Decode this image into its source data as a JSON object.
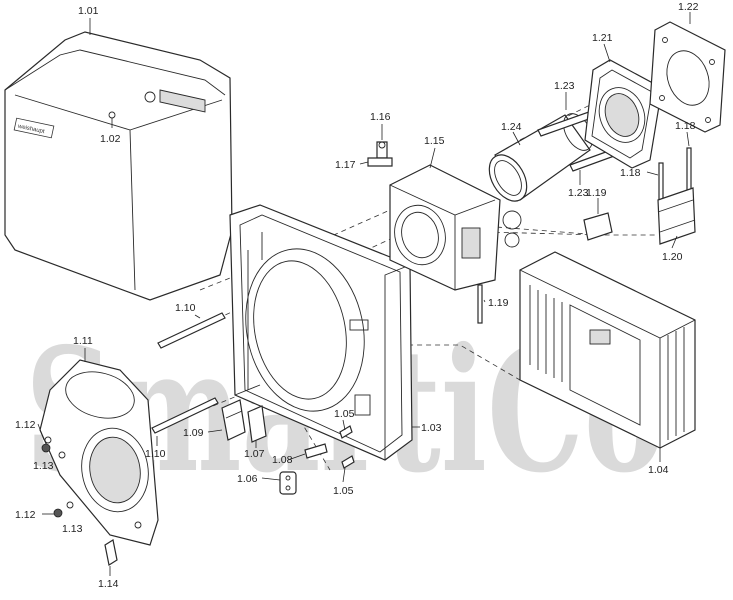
{
  "watermark": {
    "text": "SmartiCo",
    "color_gray": "#bdbdbd",
    "color_red": "#e8a0a0"
  },
  "brand_badge": "weishaupt",
  "labels": {
    "p1_01": "1.01",
    "p1_02": "1.02",
    "p1_03": "1.03",
    "p1_04": "1.04",
    "p1_05a": "1.05",
    "p1_05b": "1.05",
    "p1_06": "1.06",
    "p1_07": "1.07",
    "p1_08": "1.08",
    "p1_09": "1.09",
    "p1_10a": "1.10",
    "p1_10b": "1.10",
    "p1_11": "1.11",
    "p1_12a": "1.12",
    "p1_12b": "1.12",
    "p1_13a": "1.13",
    "p1_13b": "1.13",
    "p1_14": "1.14",
    "p1_15": "1.15",
    "p1_16": "1.16",
    "p1_17": "1.17",
    "p1_18a": "1.18",
    "p1_18b": "1.18",
    "p1_19a": "1.19",
    "p1_19b": "1.19",
    "p1_20": "1.20",
    "p1_21": "1.21",
    "p1_22": "1.22",
    "p1_23a": "1.23",
    "p1_23b": "1.23",
    "p1_24": "1.24"
  }
}
